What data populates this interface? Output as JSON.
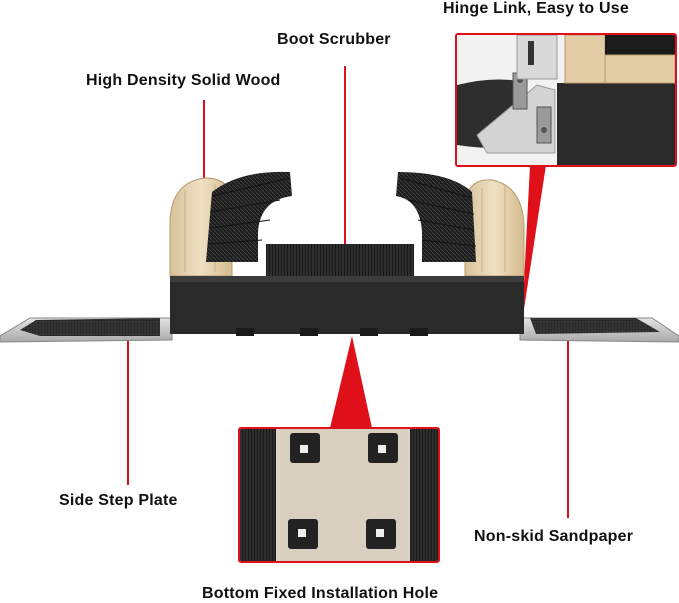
{
  "labels": {
    "hinge": "Hinge Link, Easy to Use",
    "scrubber": "Boot Scrubber",
    "wood": "High Density Solid Wood",
    "step": "Side Step Plate",
    "sandpaper": "Non-skid Sandpaper",
    "bottom": "Bottom Fixed Installation Hole"
  },
  "colors": {
    "accent": "#e0101a",
    "base": "#2a2a2a",
    "wood": "#e6d3b1",
    "steel": "#cfcfcf",
    "bristle": "#1a1a1a"
  }
}
